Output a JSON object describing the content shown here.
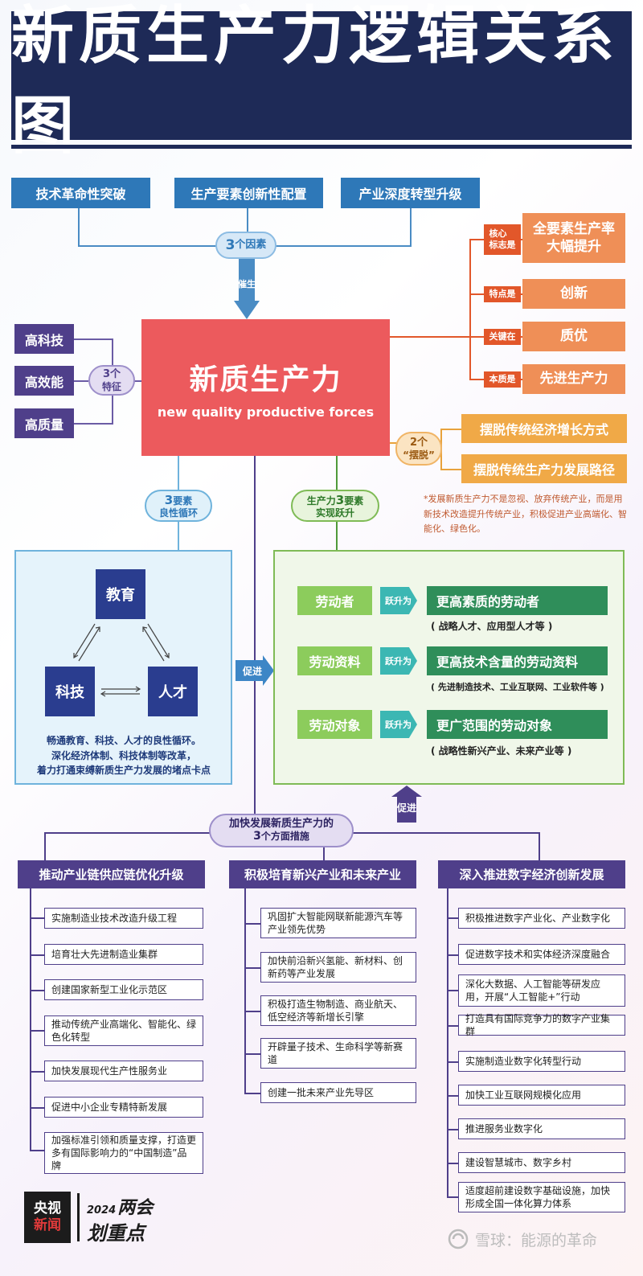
{
  "title": "新质生产力逻辑关系图",
  "factors": {
    "items": [
      "技术革命性突破",
      "生产要素创新性配置",
      "产业深度转型升级"
    ],
    "pill_num": "3",
    "pill_text": "个因素",
    "arrow_label": "催生"
  },
  "features": {
    "items": [
      "高科技",
      "高效能",
      "高质量"
    ],
    "pill_num": "3个",
    "pill_text": "特征"
  },
  "core": {
    "cn": "新质生产力",
    "en": "new quality productive forces"
  },
  "marks": [
    {
      "tag": "核心\n标志是",
      "label": "全要素生产率\n大幅提升"
    },
    {
      "tag": "特点是",
      "label": "创新"
    },
    {
      "tag": "关键在",
      "label": "质优"
    },
    {
      "tag": "本质是",
      "label": "先进生产力"
    }
  ],
  "breakaway": {
    "pill_num": "2个",
    "pill_text": "“摆脱”",
    "items": [
      "摆脱传统经济增长方式",
      "摆脱传统生产力发展路径"
    ],
    "note": "*发展新质生产力不是忽视、放弃传统产业，而是用新技术改造提升传统产业，积极促进产业高端化、智能化、绿色化。"
  },
  "cycle": {
    "pill_num": "3",
    "pill_text1": "要素",
    "pill_text2": "良性循环",
    "nodes": [
      "教育",
      "科技",
      "人才"
    ],
    "desc": "畅通教育、科技、人才的良性循环。\n深化经济体制、科技体制等改革，\n着力打通束缚新质生产力发展的堵点卡点",
    "promote": "促进"
  },
  "leap": {
    "pill_a": "生产力",
    "pill_num": "3",
    "pill_b": "要素",
    "pill_c": "实现跃升",
    "rows": [
      {
        "from": "劳动者",
        "arrow": "跃升为",
        "to": "更高素质的劳动者",
        "note": "( 战略人才、应用型人才等 )"
      },
      {
        "from": "劳动资料",
        "arrow": "跃升为",
        "to": "更高技术含量的劳动资料",
        "note": "( 先进制造技术、工业互联网、工业软件等 )"
      },
      {
        "from": "劳动对象",
        "arrow": "跃升为",
        "to": "更广范围的劳动对象",
        "note": "( 战略性新兴产业、未来产业等 )"
      }
    ]
  },
  "measures": {
    "pill_line1": "加快发展新质生产力的",
    "pill_num": "3",
    "pill_line2": "个方面措施",
    "promote": "促进",
    "columns": [
      {
        "head": "推动产业链供应链优化升级",
        "items": [
          "实施制造业技术改造升级工程",
          "培育壮大先进制造业集群",
          "创建国家新型工业化示范区",
          "推动传统产业高端化、智能化、绿色化转型",
          "加快发展现代生产性服务业",
          "促进中小企业专精特新发展",
          "加强标准引领和质量支撑，打造更多有国际影响力的“中国制造”品牌"
        ]
      },
      {
        "head": "积极培育新兴产业和未来产业",
        "items": [
          "巩固扩大智能网联新能源汽车等产业领先优势",
          "加快前沿新兴氢能、新材料、创新药等产业发展",
          "积极打造生物制造、商业航天、低空经济等新增长引擎",
          "开辟量子技术、生命科学等新赛道",
          "创建一批未来产业先导区"
        ]
      },
      {
        "head": "深入推进数字经济创新发展",
        "items": [
          "积极推进数字产业化、产业数字化",
          "促进数字技术和实体经济深度融合",
          "深化大数据、人工智能等研发应用，开展“人工智能+”行动",
          "打造具有国际竞争力的数字产业集群",
          "实施制造业数字化转型行动",
          "加快工业互联网规模化应用",
          "推进服务业数字化",
          "建设智慧城市、数字乡村",
          "适度超前建设数字基础设施，加快形成全国一体化算力体系"
        ]
      }
    ]
  },
  "footer": {
    "logo1": "央视",
    "logo2": "新闻",
    "year": "2024",
    "brand1": "两会",
    "brand2": "划重点",
    "watermark": "雪球：能源的革命"
  },
  "colors": {
    "navy": "#1e2a57",
    "blue": "#2e78b8",
    "red": "#ec5a5d",
    "orange": "#ef8f57",
    "gold": "#f0a947",
    "purple": "#4f3f8a",
    "green": "#2f8e5a"
  }
}
